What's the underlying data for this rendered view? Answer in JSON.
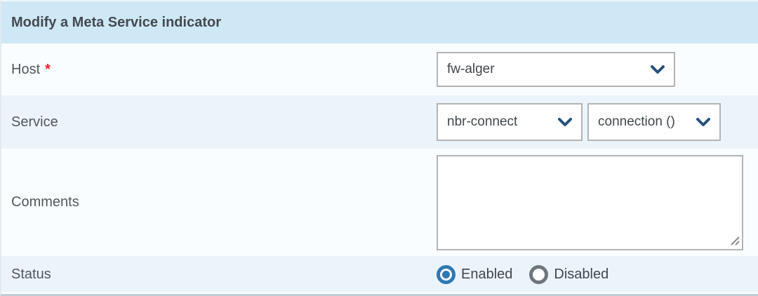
{
  "form": {
    "title": "Modify a Meta Service indicator",
    "required_marker": "*",
    "fields": {
      "host": {
        "label": "Host",
        "required": true,
        "value": "fw-alger"
      },
      "service": {
        "label": "Service",
        "selects": [
          "nbr-connect",
          "connection ()"
        ]
      },
      "comments": {
        "label": "Comments",
        "value": ""
      },
      "status": {
        "label": "Status",
        "selected": "Enabled",
        "options": [
          {
            "label": "Enabled",
            "selected": true
          },
          {
            "label": "Disabled",
            "selected": false
          }
        ]
      }
    }
  },
  "icons": {
    "chevron_down": "chevron-down-icon",
    "resize_handle": "resize-handle-icon"
  },
  "colors": {
    "header_bg": "#cfe8f5",
    "row_light": "#fafdff",
    "row_blue": "#ecf4fb",
    "select_border": "#b4b4b4",
    "chevron_blue": "#26517e",
    "radio_selected_blue": "#2e78b5",
    "radio_unselected_gray": "#6e757b",
    "required_red": "#ee1a30",
    "label_text": "#51575c",
    "bottom_border": "#c2ccd5"
  }
}
